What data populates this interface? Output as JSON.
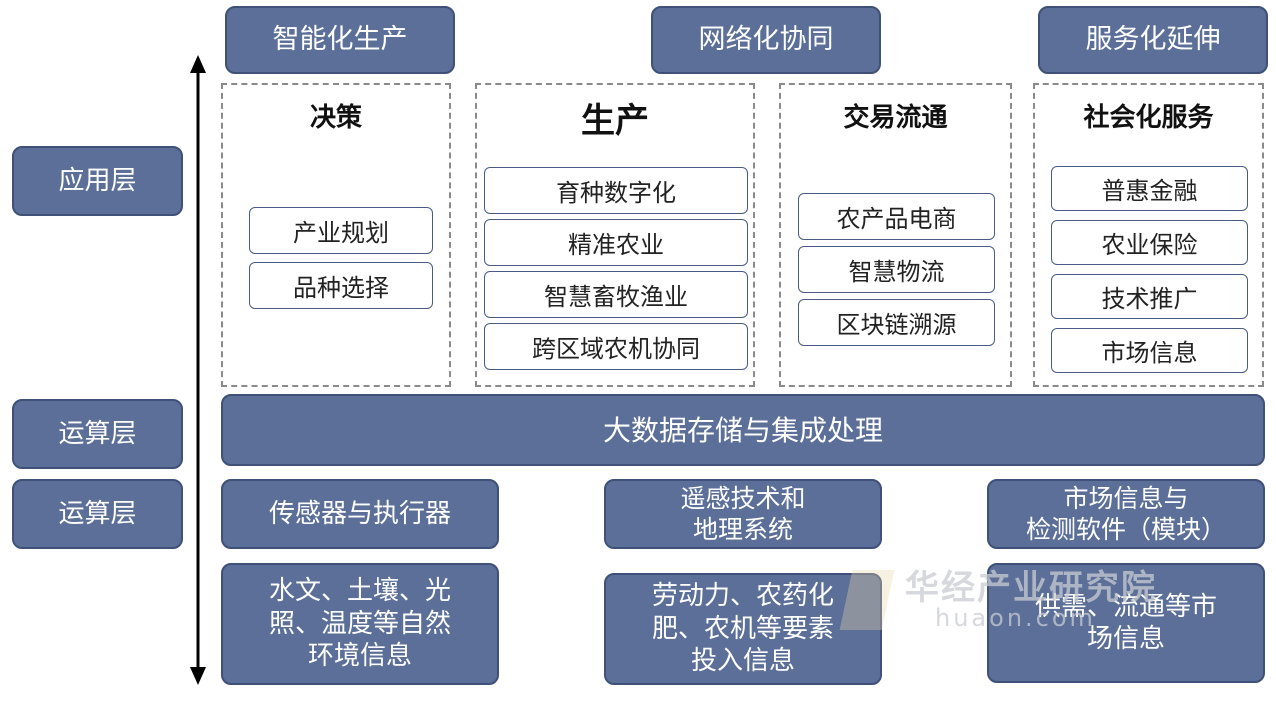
{
  "top_headers": [
    "智能化生产",
    "网络化协同",
    "服务化延伸"
  ],
  "left_labels": [
    "应用层",
    "运算层",
    "运算层"
  ],
  "panels": [
    {
      "title": "决策",
      "items": [
        "产业规划",
        "品种选择"
      ]
    },
    {
      "title": "生产",
      "items": [
        "育种数字化",
        "精准农业",
        "智慧畜牧渔业",
        "跨区域农机协同"
      ]
    },
    {
      "title": "交易流通",
      "items": [
        "农产品电商",
        "智慧物流",
        "区块链溯源"
      ]
    },
    {
      "title": "社会化服务",
      "items": [
        "普惠金融",
        "农业保险",
        "技术推广",
        "市场信息"
      ]
    }
  ],
  "big_bar": "大数据存储与集成处理",
  "sensing_row": [
    "传感器与执行器",
    "遥感技术和\n地理系统",
    "市场信息与\n检测软件（模块）"
  ],
  "info_row": [
    "水文、土壤、光\n照、温度等自然\n环境信息",
    "劳动力、农药化\n肥、农机等要素\n投入信息",
    "供需、流通等市\n场信息"
  ],
  "watermark": {
    "cn": "华经产业研究院",
    "en": "huaon.com"
  },
  "colors": {
    "box_fill": "#5b6f98",
    "box_border": "#3f5178",
    "panel_border": "#8a8a8a"
  }
}
